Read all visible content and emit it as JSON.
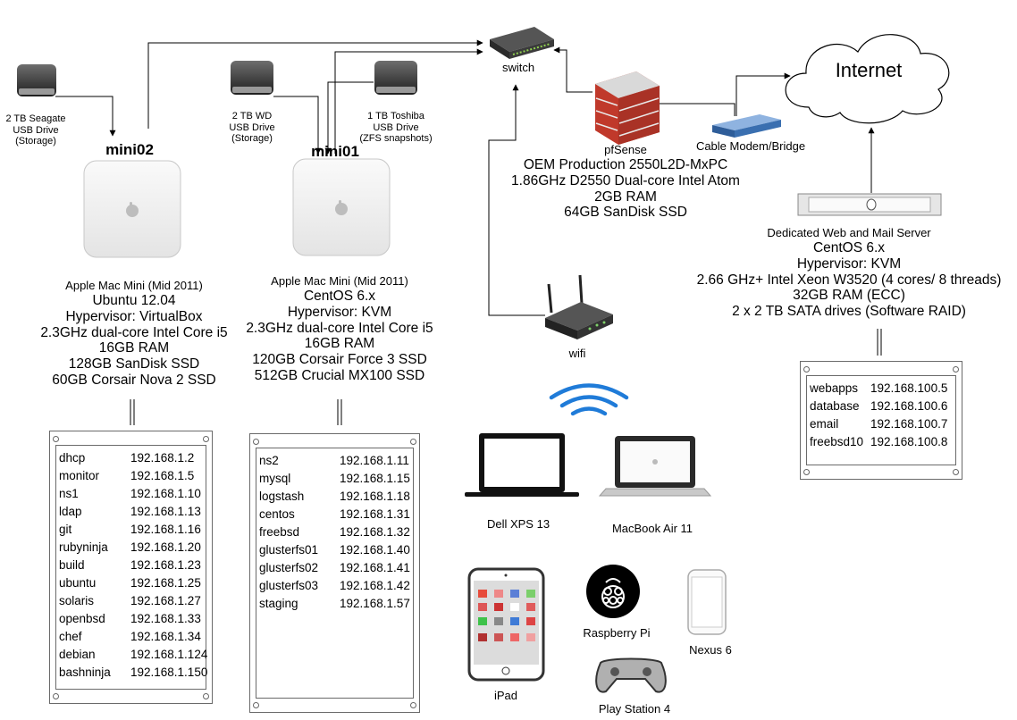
{
  "labels": {
    "switch": "switch",
    "internet": "Internet",
    "cable_modem": "Cable Modem/Bridge",
    "wifi": "wifi",
    "seagate": [
      "2 TB Seagate",
      "USB Drive",
      "(Storage)"
    ],
    "wd": [
      "2 TB WD",
      "USB Drive",
      "(Storage)"
    ],
    "toshiba": [
      "1 TB Toshiba",
      "USB Drive",
      "(ZFS snapshots)"
    ],
    "mini02": "mini02",
    "mini01": "mini01",
    "dell": "Dell XPS 13",
    "macbook": "MacBook Air 11",
    "ipad": "iPad",
    "raspberry": "Raspberry Pi",
    "nexus": "Nexus 6",
    "ps4": "Play Station 4"
  },
  "pfsense": {
    "name": "pfSense",
    "lines": [
      "OEM Production 2550L2D-MxPC",
      "1.86GHz D2550 Dual-core Intel Atom",
      "2GB RAM",
      "64GB SanDisk SSD"
    ]
  },
  "mini02_specs": {
    "model": "Apple Mac Mini (Mid 2011)",
    "lines": [
      "Ubuntu 12.04",
      "Hypervisor: VirtualBox",
      "2.3GHz dual-core Intel Core i5",
      "16GB RAM",
      "128GB SanDisk SSD",
      "60GB Corsair Nova 2 SSD"
    ]
  },
  "mini01_specs": {
    "model": "Apple Mac Mini (Mid 2011)",
    "lines": [
      "CentOS 6.x",
      "Hypervisor: KVM",
      "2.3GHz dual-core Intel Core i5",
      "16GB RAM",
      "120GB Corsair Force 3 SSD",
      "512GB Crucial MX100 SSD"
    ]
  },
  "server_specs": {
    "model": "Dedicated Web and Mail Server",
    "lines": [
      "CentOS 6.x",
      "Hypervisor: KVM",
      "2.66 GHz+ Intel Xeon W3520 (4 cores/ 8 threads)",
      "32GB RAM (ECC)",
      "2 x 2 TB SATA drives (Software RAID)"
    ]
  },
  "vms_mini02": [
    {
      "name": "dhcp",
      "ip": "192.168.1.2"
    },
    {
      "name": "monitor",
      "ip": "192.168.1.5"
    },
    {
      "name": "ns1",
      "ip": "192.168.1.10"
    },
    {
      "name": "ldap",
      "ip": "192.168.1.13"
    },
    {
      "name": "git",
      "ip": "192.168.1.16"
    },
    {
      "name": "rubyninja",
      "ip": "192.168.1.20"
    },
    {
      "name": "build",
      "ip": "192.168.1.23"
    },
    {
      "name": "ubuntu",
      "ip": "192.168.1.25"
    },
    {
      "name": "solaris",
      "ip": "192.168.1.27"
    },
    {
      "name": "openbsd",
      "ip": "192.168.1.33"
    },
    {
      "name": "chef",
      "ip": "192.168.1.34"
    },
    {
      "name": "debian",
      "ip": "192.168.1.124"
    },
    {
      "name": "bashninja",
      "ip": "192.168.1.150"
    }
  ],
  "vms_mini01": [
    {
      "name": "ns2",
      "ip": "192.168.1.11"
    },
    {
      "name": "mysql",
      "ip": "192.168.1.15"
    },
    {
      "name": "logstash",
      "ip": "192.168.1.18"
    },
    {
      "name": "centos",
      "ip": "192.168.1.31"
    },
    {
      "name": "freebsd",
      "ip": "192.168.1.32"
    },
    {
      "name": "glusterfs01",
      "ip": "192.168.1.40"
    },
    {
      "name": "glusterfs02",
      "ip": "192.168.1.41"
    },
    {
      "name": "glusterfs03",
      "ip": "192.168.1.42"
    },
    {
      "name": "staging",
      "ip": "192.168.1.57"
    }
  ],
  "vms_server": [
    {
      "name": "webapps",
      "ip": "192.168.100.5"
    },
    {
      "name": "database",
      "ip": "192.168.100.6"
    },
    {
      "name": "email",
      "ip": "192.168.100.7"
    },
    {
      "name": "freebsd10",
      "ip": "192.168.100.8"
    }
  ],
  "colors": {
    "line": "#000000",
    "firewall_red": "#c0392b",
    "wifi_blue": "#1f7bd8",
    "switch_dark": "#3b3b3b",
    "modem_blue": "#3a6fb0"
  }
}
